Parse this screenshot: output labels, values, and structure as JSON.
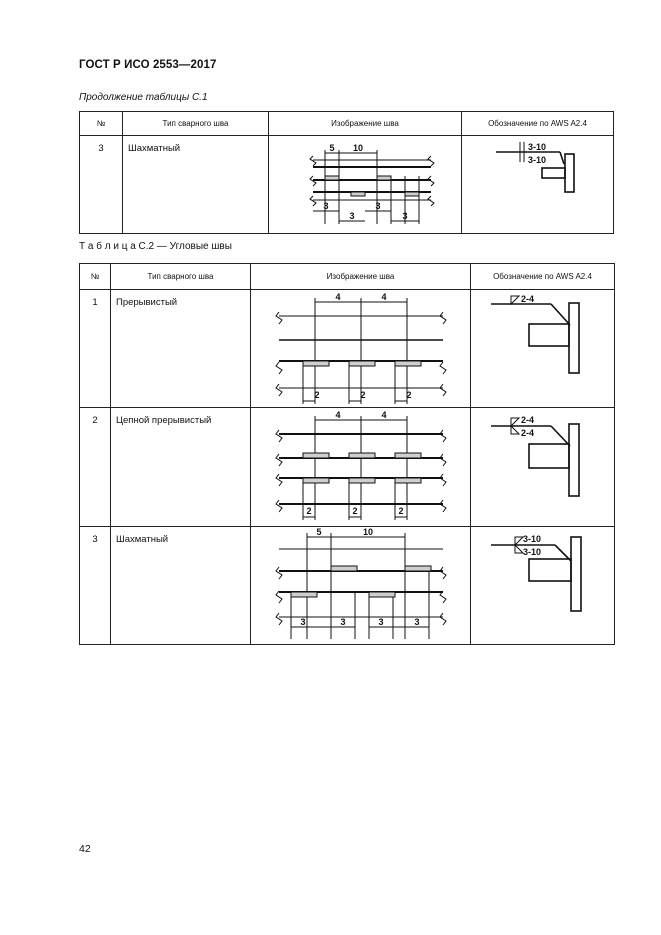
{
  "header": {
    "doc_title": "ГОСТ Р ИСО 2553—2017"
  },
  "continuation_label": "Продолжение таблицы С.1",
  "table1": {
    "columns": [
      "№",
      "Тип сварного шва",
      "Изображение шва",
      "Обозначение по AWS A2.4"
    ],
    "rows": [
      {
        "num": "3",
        "type": "Шахматный",
        "fig_dims_top": [
          "5",
          "10"
        ],
        "fig_dims_bottom": [
          "3",
          "3",
          "3",
          "3"
        ],
        "symbol_labels": [
          "3-10",
          "3-10"
        ]
      }
    ]
  },
  "table2_caption": "Т а б л и ц а  С.2 — Угловые швы",
  "table2": {
    "columns": [
      "№",
      "Тип сварного шва",
      "Изображение шва",
      "Обозначение по AWS A2.4"
    ],
    "rows": [
      {
        "num": "1",
        "type": "Прерывистый",
        "fig_dims_top": [
          "4",
          "4"
        ],
        "fig_dims_bottom": [
          "2",
          "2",
          "2"
        ],
        "symbol_labels": [
          "2-4"
        ]
      },
      {
        "num": "2",
        "type": "Цепной прерывистый",
        "fig_dims_top": [
          "4",
          "4"
        ],
        "fig_dims_bottom": [
          "2",
          "2",
          "2"
        ],
        "symbol_labels": [
          "2-4",
          "2-4"
        ]
      },
      {
        "num": "3",
        "type": "Шахматный",
        "fig_dims_top": [
          "5",
          "10"
        ],
        "fig_dims_bottom": [
          "3",
          "3",
          "3",
          "3"
        ],
        "symbol_labels": [
          "3-10",
          "3-10"
        ]
      }
    ]
  },
  "page_number": "42"
}
